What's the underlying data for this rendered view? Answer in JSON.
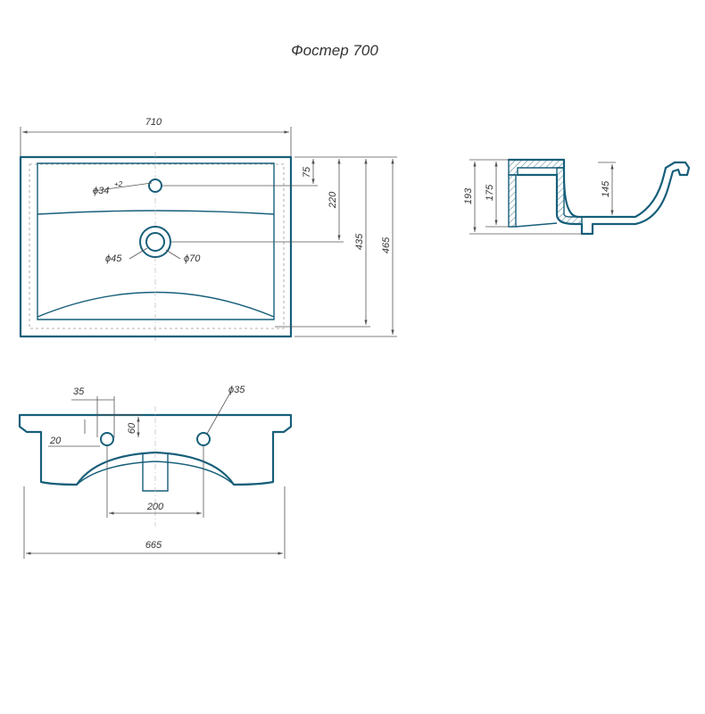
{
  "title": "Фостер 700",
  "colors": {
    "outline": "#175f7a",
    "dimension": "#555555",
    "background": "#ffffff"
  },
  "top_view": {
    "width_dim": "710",
    "dim_75": "75",
    "dim_220": "220",
    "dim_435": "435",
    "dim_465": "465",
    "tap_hole_dia": "ϕ34",
    "tap_hole_tol": "+2",
    "drain_inner_dia": "ϕ45",
    "drain_outer_dia": "ϕ70"
  },
  "side_view": {
    "dim_193": "193",
    "dim_175": "175",
    "dim_145": "145"
  },
  "front_view": {
    "dim_35": "35",
    "dim_60": "60",
    "dim_20": "20",
    "hole_dia": "ϕ35",
    "dim_200": "200",
    "dim_665": "665"
  }
}
